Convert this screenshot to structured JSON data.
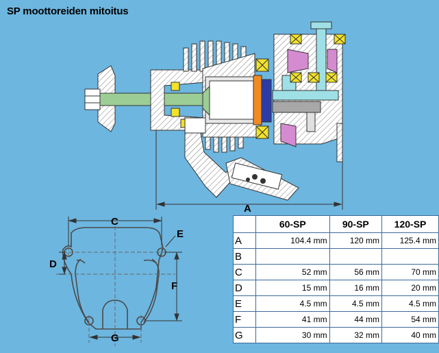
{
  "title": "SP moottoreiden mitoitus",
  "drawing_labels": {
    "A": "A",
    "C": "C",
    "D": "D",
    "E": "E",
    "F": "F",
    "G": "G"
  },
  "table": {
    "corner": "",
    "headers": [
      "60-SP",
      "90-SP",
      "120-SP"
    ],
    "rows": [
      {
        "label": "A",
        "values": [
          "104.4 mm",
          "120 mm",
          "125.4 mm"
        ]
      },
      {
        "label": "B",
        "values": [
          "",
          "",
          ""
        ]
      },
      {
        "label": "C",
        "values": [
          "52 mm",
          "56 mm",
          "70 mm"
        ]
      },
      {
        "label": "D",
        "values": [
          "15 mm",
          "16 mm",
          "20 mm"
        ]
      },
      {
        "label": "E",
        "values": [
          "4.5 mm",
          "4.5 mm",
          "4.5 mm"
        ]
      },
      {
        "label": "F",
        "values": [
          "41 mm",
          "44 mm",
          "54 mm"
        ]
      },
      {
        "label": "G",
        "values": [
          "30 mm",
          "32 mm",
          "40 mm"
        ]
      }
    ]
  },
  "colors": {
    "background": "#6db6df",
    "shaft": "#9ccd95",
    "bearing": "#f2e22a",
    "gear": "#d58bd0",
    "piston": "#2b3ca8",
    "orange": "#f08a22",
    "cyan": "#9fe0e6"
  }
}
